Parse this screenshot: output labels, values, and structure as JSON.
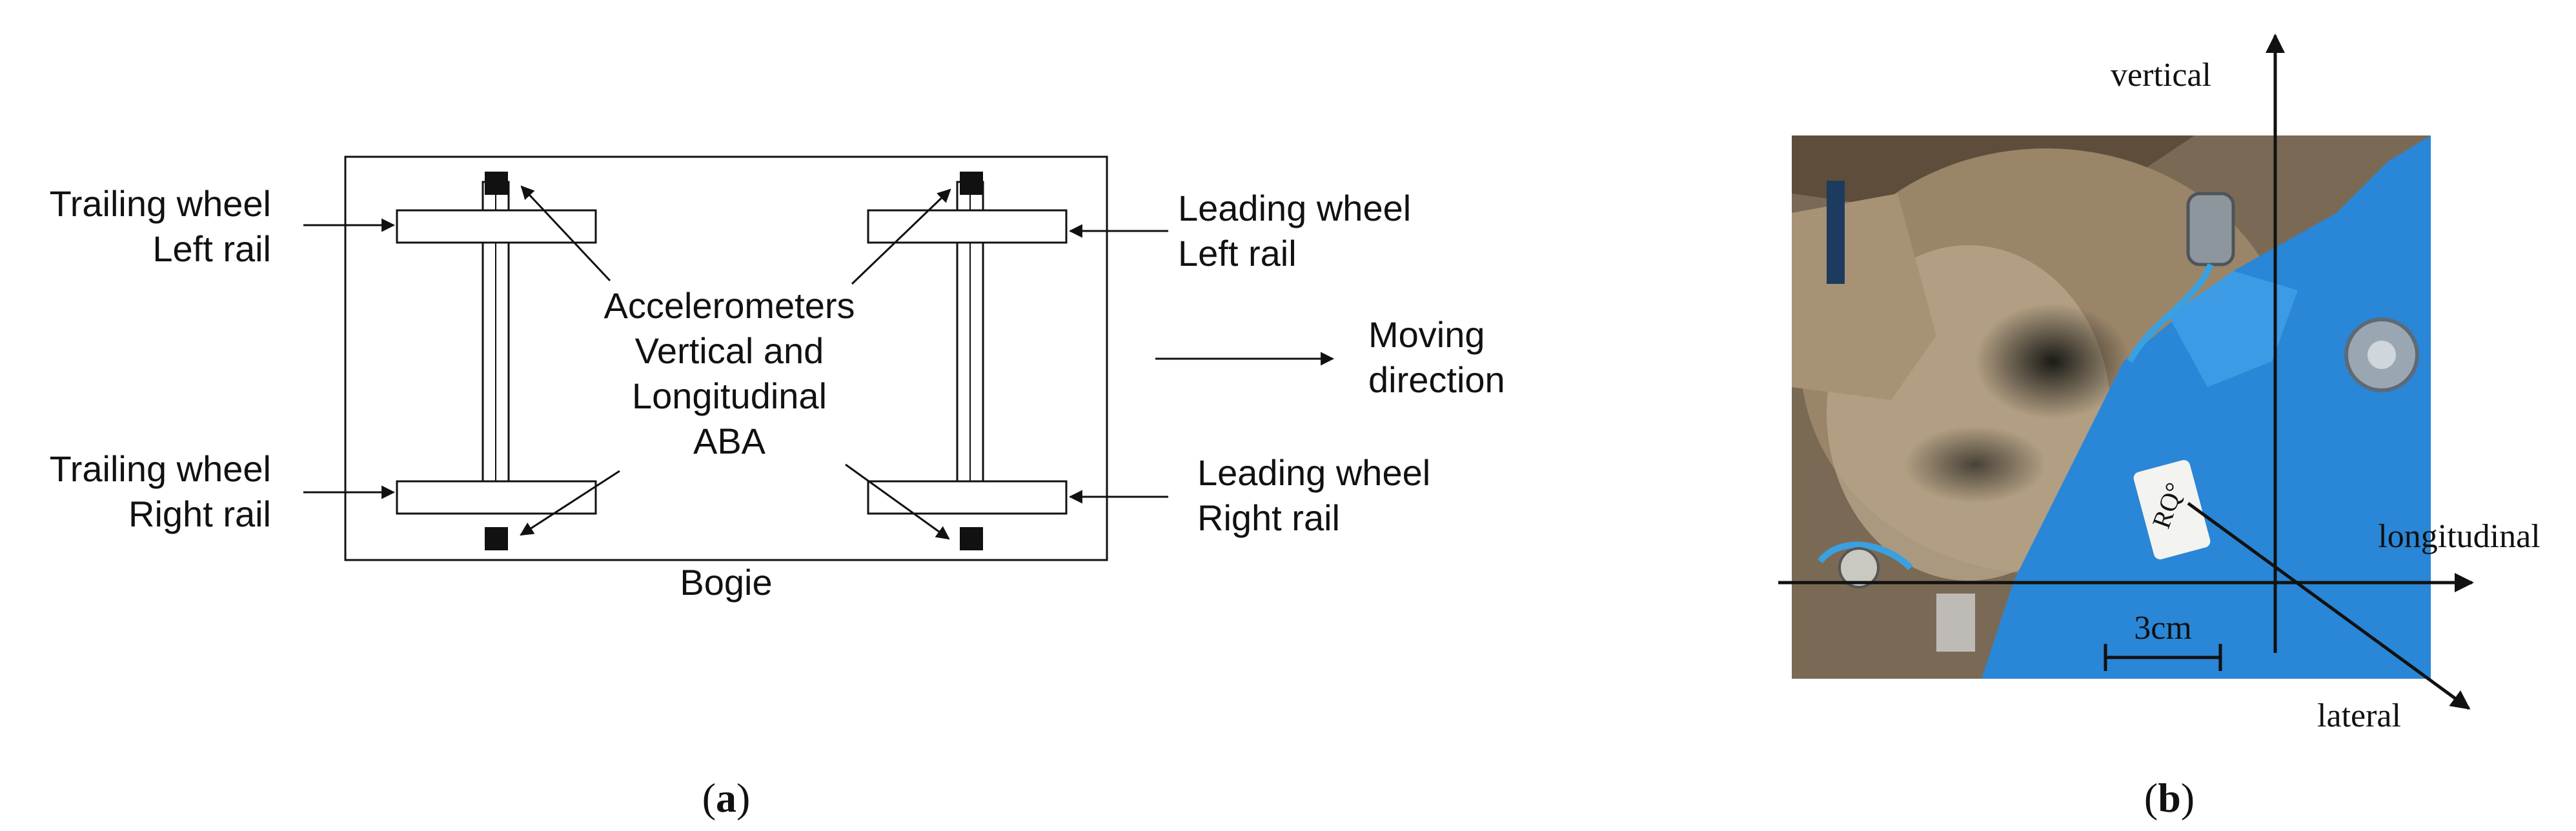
{
  "panel_a": {
    "caption_letter": "a",
    "labels": {
      "trailing_left_line1": "Trailing wheel",
      "trailing_left_line2": "Left rail",
      "trailing_right_line1": "Trailing wheel",
      "trailing_right_line2": "Right rail",
      "leading_left_line1": "Leading wheel",
      "leading_left_line2": "Left rail",
      "leading_right_line1": "Leading wheel",
      "leading_right_line2": "Right rail",
      "accel_line1": "Accelerometers",
      "accel_line2": "Vertical and",
      "accel_line3": "Longitudinal",
      "accel_line4": "ABA",
      "moving_line1": "Moving",
      "moving_line2": "direction",
      "bogie": "Bogie"
    }
  },
  "panel_b": {
    "caption_letter": "b",
    "axes": {
      "vertical": "vertical",
      "longitudinal": "longitudinal",
      "lateral": "lateral"
    },
    "scale_bar": "3cm",
    "sticker_text": "RQ°"
  },
  "colors": {
    "line": "#111111",
    "sensor_blue": "#2a86d6",
    "rail_brown": "#6f5a42"
  }
}
